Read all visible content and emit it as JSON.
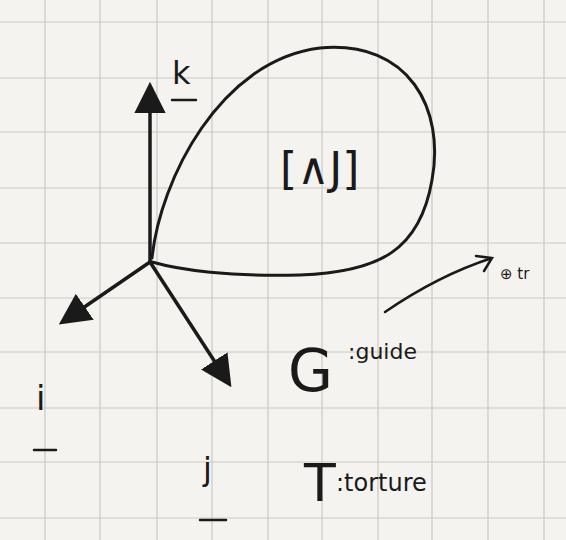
{
  "diagram": {
    "nodes": [
      {
        "text": [
          "[∧J]"
        ]
      }
    ],
    "labels": [
      "k",
      "i",
      "j",
      "⊕ tr",
      "G",
      ":guide",
      "T",
      ":torture"
    ]
  }
}
